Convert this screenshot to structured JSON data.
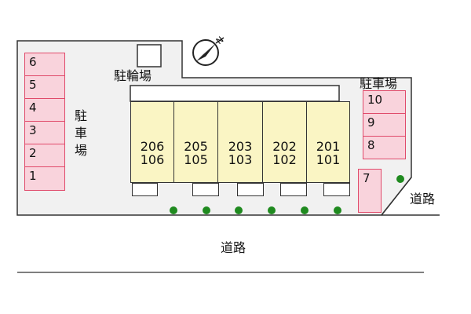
{
  "map": {
    "labels": {
      "bicycle_parking": "駐輪場",
      "parking_left": "駐車場",
      "parking_right": "駐車場",
      "road_bottom": "道路",
      "road_right": "道路",
      "compass": "N"
    },
    "parking_left": [
      "6",
      "5",
      "4",
      "3",
      "2",
      "1"
    ],
    "parking_right": [
      "10",
      "9",
      "8"
    ],
    "parking_single": "7",
    "units": [
      {
        "upper": "206",
        "lower": "106"
      },
      {
        "upper": "205",
        "lower": "105"
      },
      {
        "upper": "203",
        "lower": "103"
      },
      {
        "upper": "202",
        "lower": "102"
      },
      {
        "upper": "201",
        "lower": "101"
      }
    ],
    "colors": {
      "parking_fill": "#f9d3dc",
      "parking_border": "#e04a6a",
      "building_fill": "#faf5c4",
      "lot_fill": "#f1f1f1",
      "tree": "#1f8a1f"
    }
  }
}
